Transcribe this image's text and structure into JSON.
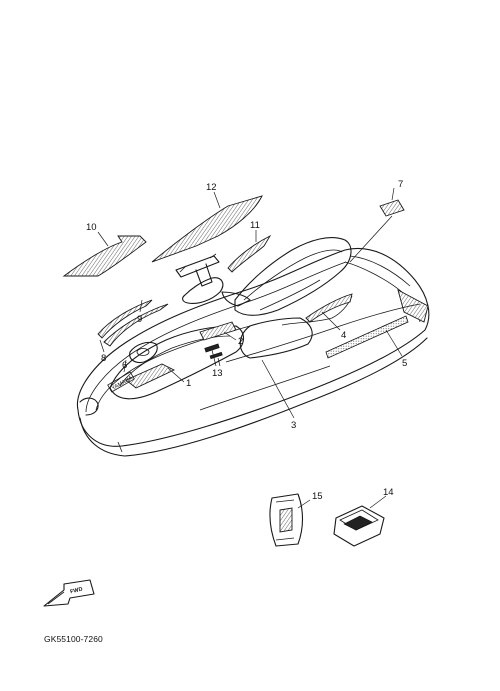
{
  "diagram": {
    "callouts": [
      "1",
      "2",
      "3",
      "4",
      "5",
      "6",
      "7",
      "8",
      "9",
      "10",
      "11",
      "12",
      "13",
      "14",
      "15"
    ],
    "decal_texts": {
      "hull_side": "",
      "front_deck": "YAMAHA",
      "arrow": "FWD"
    },
    "part_code": "GK55100-7260"
  }
}
